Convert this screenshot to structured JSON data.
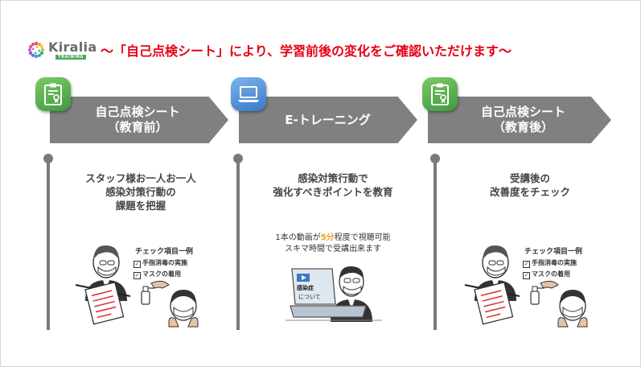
{
  "brand": {
    "name": "Kiralia",
    "sub": "TRAINING"
  },
  "headline": "〜「自己点検シート」により、学習前後の変化をご確認いただけます〜",
  "steps": [
    {
      "title_line1": "自己点検シート",
      "title_line2": "（教育前）",
      "icon": "clipboard-certificate-icon",
      "desc": [
        "スタッフ様お一人お一人",
        "感染対策行動の",
        "課題を把握"
      ],
      "check_title": "チェック項目一例",
      "check_items": [
        "手指消毒の実施",
        "マスクの着用"
      ]
    },
    {
      "title": "E-トレーニング",
      "icon": "laptop-icon",
      "desc": [
        "感染対策行動で",
        "強化すべきポイントを教育"
      ],
      "note_pre": "1本の動画が",
      "note_accent": "5分",
      "note_post": "程度で視聴可能",
      "note_line2": "スキマ時間で受講出来ます",
      "screen_title": "感染症",
      "screen_sub": "について"
    },
    {
      "title_line1": "自己点検シート",
      "title_line2": "（教育後）",
      "icon": "clipboard-certificate-icon",
      "desc": [
        "受講後の",
        "改善度をチェック"
      ],
      "check_title": "チェック項目一例",
      "check_items": [
        "手指消毒の実施",
        "マスクの着用"
      ]
    }
  ],
  "colors": {
    "headline": "#e60012",
    "arrow": "#808080",
    "green": "#4ba65a",
    "blue": "#3a78c8",
    "accent": "#e8a020"
  }
}
